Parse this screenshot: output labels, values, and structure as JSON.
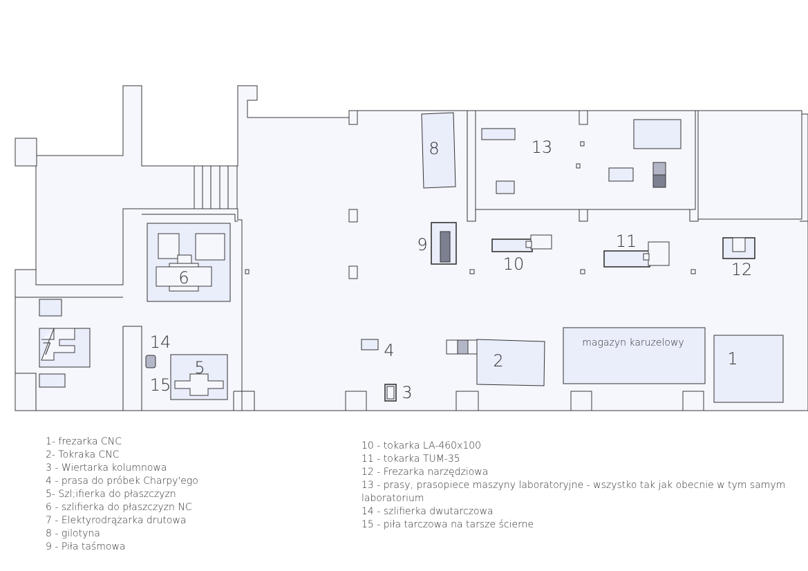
{
  "labels": {
    "m1": "1",
    "m2": "2",
    "m3": "3",
    "m4": "4",
    "m5": "5",
    "m6": "6",
    "m7": "7",
    "m8": "8",
    "m9": "9",
    "m10": "10",
    "m11": "11",
    "m12": "12",
    "m13": "13",
    "m14": "14",
    "m15": "15",
    "magazyn": "magazyn karuzelowy"
  },
  "legend_left": [
    "1- frezarka CNC",
    "2- Tokraka CNC",
    "3 - Wiertarka kolumnowa",
    "4 - prasa do próbek Charpy'ego",
    "5- Szl;ifierka do płaszczyzn",
    "6 - szlifierka do płaszczyzn  NC",
    "7 - Elektyrodrążarka drutowa",
    "8 - gilotyna",
    "9 - Piła taśmowa"
  ],
  "legend_right": [
    "10 - tokarka LA-460x100",
    "11 - tokarka TUM-35",
    "12 - Frezarka narzędziowa",
    "13 - prasy, prasopiece maszyny laboratoryjne - wszystko tak jak obecnie w tym samym laboratorium",
    "14 - szlifierka dwutarczowa",
    "15 - piła tarczowa na tarsze ścierne"
  ]
}
